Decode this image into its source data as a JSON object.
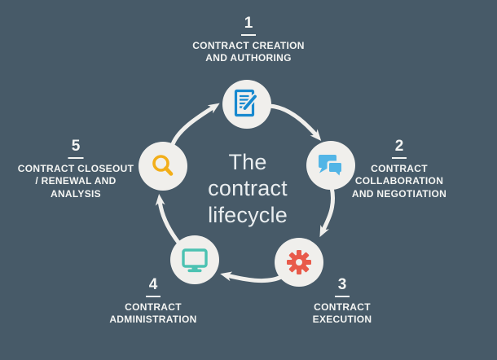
{
  "title": {
    "lines": [
      "The",
      "contract",
      "lifecycle"
    ]
  },
  "steps": [
    {
      "number": "1",
      "label_lines": [
        "CONTRACT CREATION",
        "AND AUTHORING"
      ],
      "icon": "document-edit-icon",
      "icon_color": "#1789cf"
    },
    {
      "number": "2",
      "label_lines": [
        "CONTRACT",
        "COLLABORATION",
        "AND NEGOTIATION"
      ],
      "icon": "chat-bubbles-icon",
      "icon_color": "#52b5e6"
    },
    {
      "number": "3",
      "label_lines": [
        "CONTRACT",
        "EXECUTION"
      ],
      "icon": "gear-icon",
      "icon_color": "#e85a4a"
    },
    {
      "number": "4",
      "label_lines": [
        "CONTRACT",
        "ADMINISTRATION"
      ],
      "icon": "monitor-icon",
      "icon_color": "#4cc2b2"
    },
    {
      "number": "5",
      "label_lines": [
        "CONTRACT CLOSEOUT",
        "/ RENEWAL AND",
        "ANALYSIS"
      ],
      "icon": "magnifying-glass-icon",
      "icon_color": "#f2ae19"
    }
  ],
  "arrows": [
    {
      "from": "1",
      "to": "2"
    },
    {
      "from": "2",
      "to": "3"
    },
    {
      "from": "3",
      "to": "4"
    },
    {
      "from": "4",
      "to": "5"
    },
    {
      "from": "5",
      "to": "1"
    }
  ],
  "colors": {
    "background": "#475a68",
    "circle": "#f0efec",
    "arrow": "#f0efec",
    "label_text": "#f4f5f3",
    "title_text": "#e9edef"
  }
}
